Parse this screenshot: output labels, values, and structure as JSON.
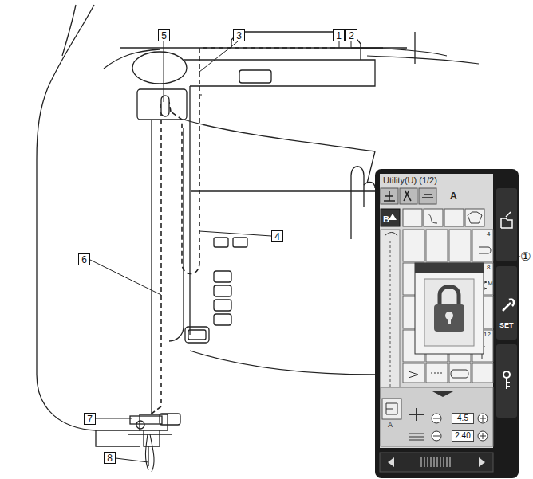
{
  "diagram": {
    "nodes": [
      {
        "text": [
          "Utility(U) (1/2)"
        ]
      },
      {
        "text": [
          "4.5"
        ],
        "in": 0
      },
      {
        "text": [
          "2.40"
        ],
        "in": 0
      }
    ],
    "labels": [
      "1",
      "2",
      "3",
      "5",
      "4",
      "6",
      "7",
      "8",
      "B",
      "A",
      "4",
      "8",
      "M",
      "12",
      "A",
      "SET",
      "①"
    ]
  }
}
